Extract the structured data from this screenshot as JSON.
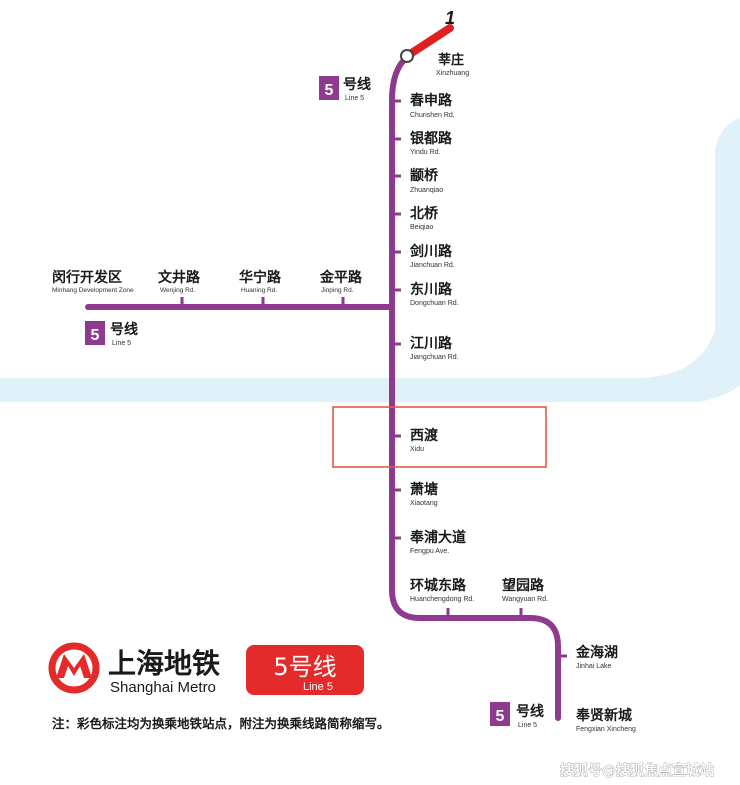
{
  "line": {
    "color": "#8e3b8f",
    "badge_number": "5",
    "badge_zh": "号线",
    "badge_en": "Line 5"
  },
  "line1": {
    "label": "1",
    "color": "#e02020"
  },
  "river_color": "#e1f1fa",
  "stations": {
    "xinzhuang": {
      "zh": "莘庄",
      "en": "Xinzhuang"
    },
    "chunshen": {
      "zh": "春申路",
      "en": "Chunshen Rd."
    },
    "yindu": {
      "zh": "银都路",
      "en": "Yindu Rd."
    },
    "zhuanqiao": {
      "zh": "颛桥",
      "en": "Zhuanqiao"
    },
    "beiqiao": {
      "zh": "北桥",
      "en": "Beiqiao"
    },
    "jianchuan": {
      "zh": "剑川路",
      "en": "Jianchuan Rd."
    },
    "dongchuan": {
      "zh": "东川路",
      "en": "Dongchuan Rd."
    },
    "jiangchuan": {
      "zh": "江川路",
      "en": "Jiangchuan Rd."
    },
    "xidu": {
      "zh": "西渡",
      "en": "Xidu"
    },
    "xiaotang": {
      "zh": "萧塘",
      "en": "Xiaotang"
    },
    "fengpu": {
      "zh": "奉浦大道",
      "en": "Fengpu Ave."
    },
    "huancheng": {
      "zh": "环城东路",
      "en": "Huanchengdong Rd."
    },
    "wangyuan": {
      "zh": "望园路",
      "en": "Wangyuan Rd."
    },
    "jinhaihu": {
      "zh": "金海湖",
      "en": "Jinhai Lake"
    },
    "fengxian": {
      "zh": "奉贤新城",
      "en": "Fengxian Xincheng"
    },
    "minhang": {
      "zh": "闵行开发区",
      "en": "Minhang Development Zone"
    },
    "wenjing": {
      "zh": "文井路",
      "en": "Wenjing Rd."
    },
    "huaning": {
      "zh": "华宁路",
      "en": "Huaning Rd."
    },
    "jinping": {
      "zh": "金平路",
      "en": "Jinping Rd."
    }
  },
  "highlight_color": "#e05a4a",
  "legend": {
    "title_zh": "上海地铁",
    "title_en": "Shanghai Metro",
    "logo_color": "#e32b2b",
    "line_label": "5号线",
    "line_label_en": "Line 5"
  },
  "note": "注：彩色标注均为换乘地铁站点，附注为换乘线路简称缩写。",
  "watermark": "搜狐号@搜狐焦点宣城站"
}
